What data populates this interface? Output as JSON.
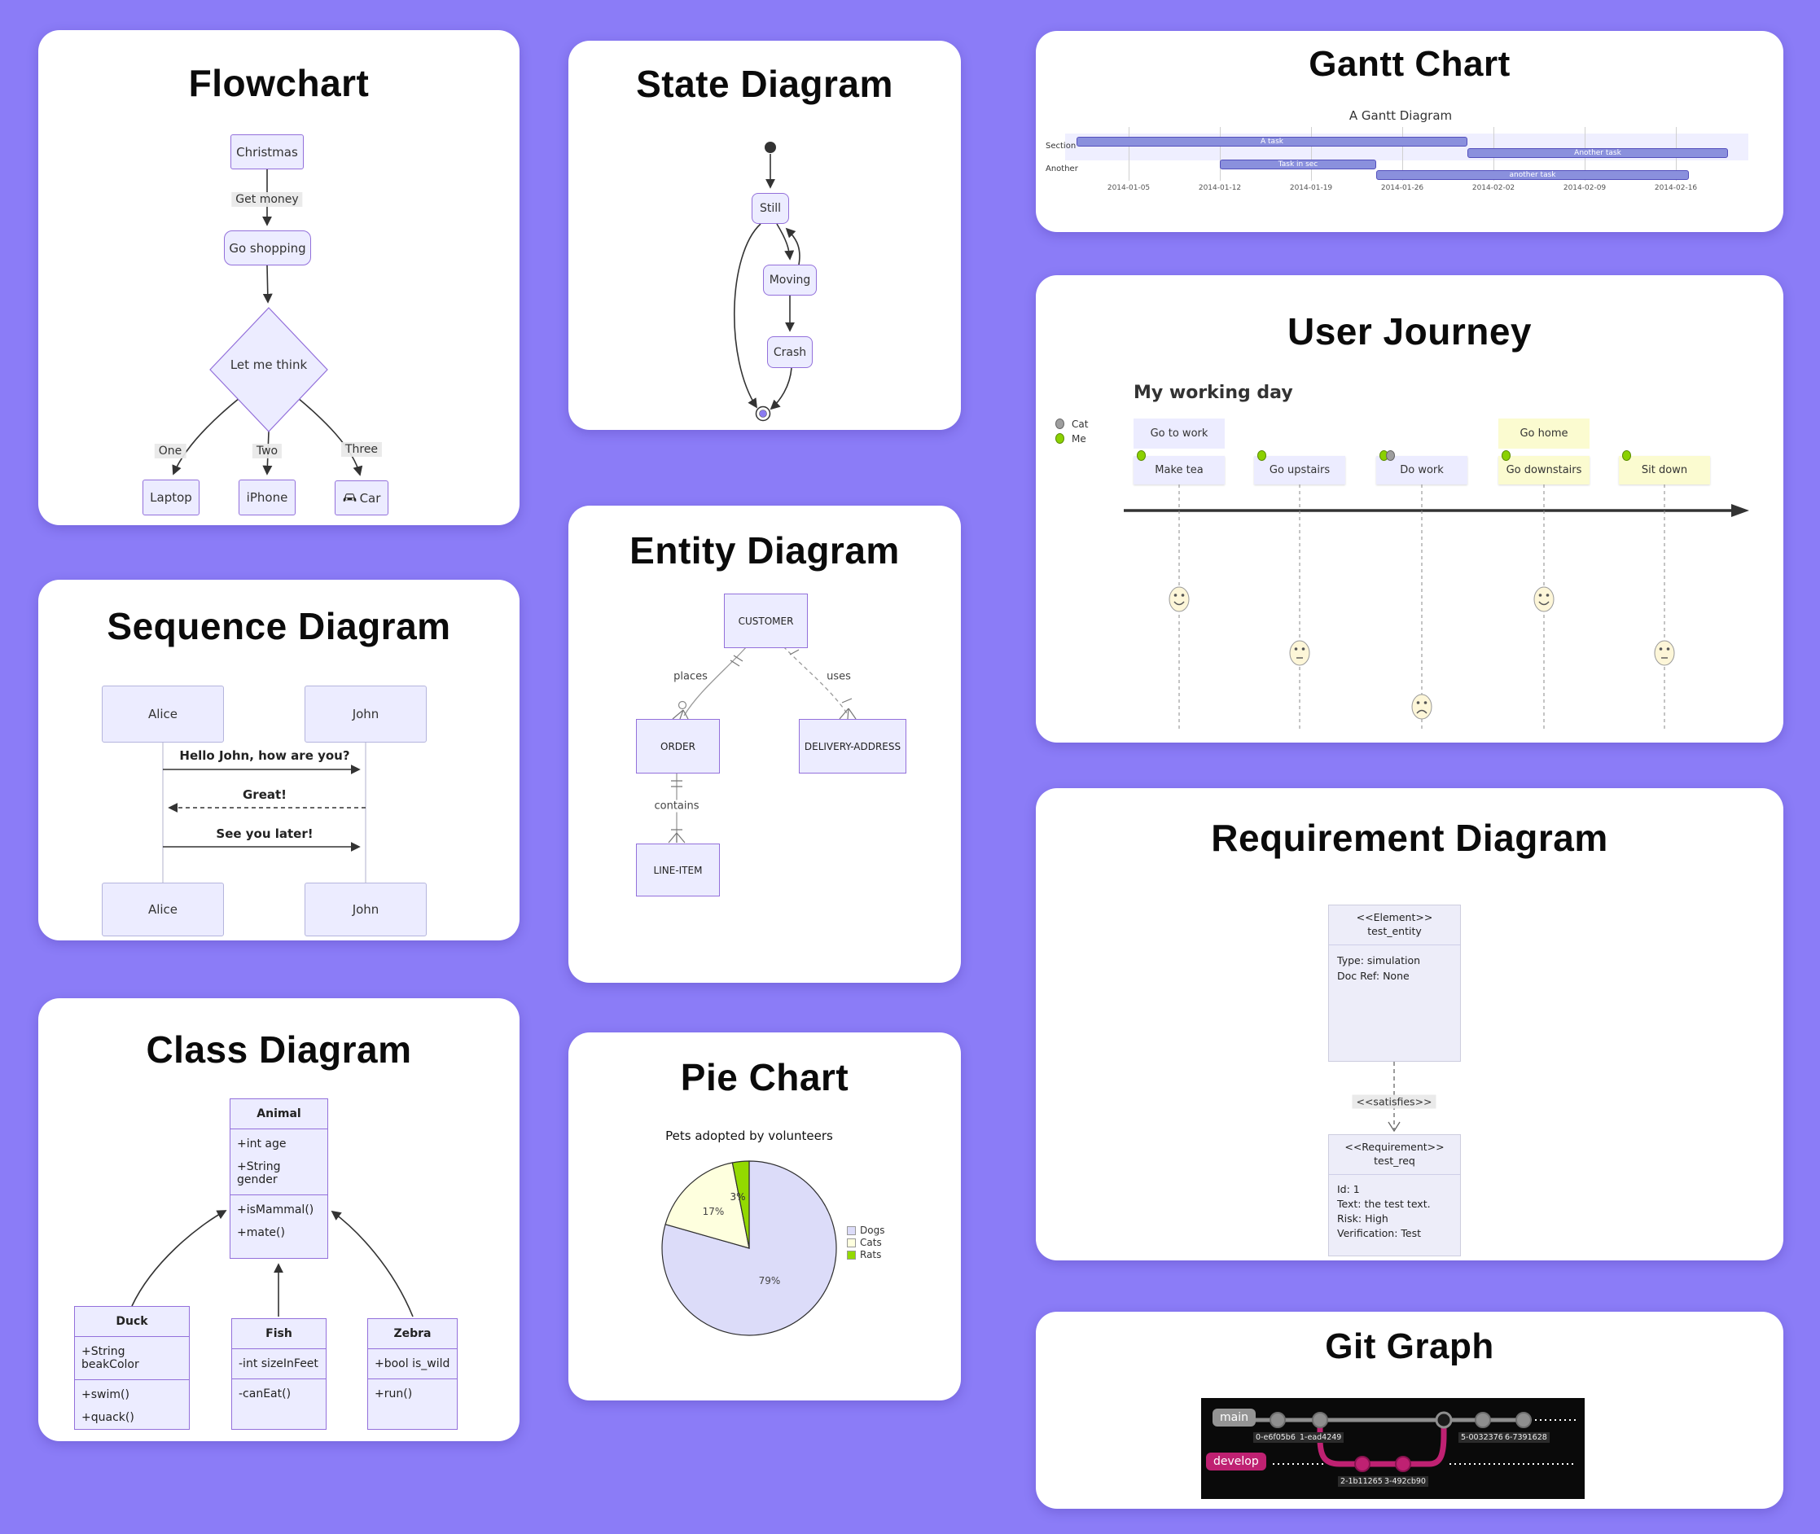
{
  "page": {
    "background": "#8b7cf7",
    "card_background": "#ffffff"
  },
  "flowchart": {
    "title": "Flowchart",
    "nodes": {
      "start": "Christmas",
      "shopping": "Go shopping",
      "decision": "Let me think",
      "laptop": "Laptop",
      "iphone": "iPhone",
      "car": "Car"
    },
    "edge_labels": {
      "get_money": "Get money",
      "one": "One",
      "two": "Two",
      "three": "Three"
    },
    "icons": {
      "car": "car-icon"
    }
  },
  "sequence": {
    "title": "Sequence Diagram",
    "actors": {
      "alice": "Alice",
      "john": "John"
    },
    "messages": {
      "m1": "Hello John, how are you?",
      "m2": "Great!",
      "m3": "See you later!"
    }
  },
  "class_diagram": {
    "title": "Class Diagram",
    "animal": {
      "name": "Animal",
      "attrs": [
        "+int age",
        "+String gender"
      ],
      "methods": [
        "+isMammal()",
        "+mate()"
      ]
    },
    "duck": {
      "name": "Duck",
      "attrs": [
        "+String beakColor"
      ],
      "methods": [
        "+swim()",
        "+quack()"
      ]
    },
    "fish": {
      "name": "Fish",
      "attrs": [
        "-int sizeInFeet"
      ],
      "methods": [
        "-canEat()"
      ]
    },
    "zebra": {
      "name": "Zebra",
      "attrs": [
        "+bool is_wild"
      ],
      "methods": [
        "+run()"
      ]
    }
  },
  "state": {
    "title": "State Diagram",
    "states": {
      "still": "Still",
      "moving": "Moving",
      "crash": "Crash"
    }
  },
  "entity": {
    "title": "Entity Diagram",
    "entities": {
      "customer": "CUSTOMER",
      "order": "ORDER",
      "delivery": "DELIVERY-ADDRESS",
      "line_item": "LINE-ITEM"
    },
    "relations": {
      "places": "places",
      "uses": "uses",
      "contains": "contains"
    }
  },
  "pie": {
    "title": "Pie Chart",
    "chart_title": "Pets adopted by volunteers",
    "slices": [
      {
        "label": "Dogs",
        "pct": "79%",
        "color": "#dcdcf9"
      },
      {
        "label": "Cats",
        "pct": "17%",
        "color": "#feffde"
      },
      {
        "label": "Rats",
        "pct": "3%",
        "color": "#93d900"
      }
    ]
  },
  "gantt": {
    "title": "Gantt Chart",
    "chart_title": "A Gantt Diagram",
    "sections": [
      "Section",
      "Another"
    ],
    "tasks": [
      {
        "label": "A task"
      },
      {
        "label": "Another task"
      },
      {
        "label": "Task in sec"
      },
      {
        "label": "another task"
      }
    ],
    "axis": [
      "2014-01-05",
      "2014-01-12",
      "2014-01-19",
      "2014-01-26",
      "2014-02-02",
      "2014-02-09",
      "2014-02-16"
    ]
  },
  "journey": {
    "title": "User Journey",
    "chart_title": "My working day",
    "legend": [
      {
        "label": "Cat",
        "color": "#9e9e9e"
      },
      {
        "label": "Me",
        "color": "#8bd100"
      }
    ],
    "sections": [
      {
        "label": "Go to work"
      },
      {
        "label": "Go home"
      }
    ],
    "tasks": [
      {
        "label": "Make tea",
        "score": 5,
        "actors": [
          "Me"
        ]
      },
      {
        "label": "Go upstairs",
        "score": 3,
        "actors": [
          "Me"
        ]
      },
      {
        "label": "Do work",
        "score": 1,
        "actors": [
          "Me",
          "Cat"
        ]
      },
      {
        "label": "Go downstairs",
        "score": 5,
        "actors": [
          "Me"
        ]
      },
      {
        "label": "Sit down",
        "score": 3,
        "actors": [
          "Me"
        ]
      }
    ]
  },
  "requirement": {
    "title": "Requirement Diagram",
    "element": {
      "stereotype": "<<Element>>",
      "name": "test_entity",
      "lines": [
        "Type: simulation",
        "Doc Ref: None"
      ]
    },
    "relation": "<<satisfies>>",
    "req": {
      "stereotype": "<<Requirement>>",
      "name": "test_req",
      "lines": [
        "Id: 1",
        "Text: the test text.",
        "Risk: High",
        "Verification: Test"
      ]
    }
  },
  "git": {
    "title": "Git Graph",
    "branches": {
      "main": "main",
      "develop": "develop"
    },
    "branch_colors": {
      "main": "#8e8e8e",
      "develop": "#bf2172"
    },
    "commits": {
      "c0": "0-e6f05b6",
      "c1": "1-ead4249",
      "c2": "2-1b11265",
      "c3": "3-492cb90",
      "c5": "5-0032376",
      "c6": "6-7391628"
    }
  },
  "chart_data": [
    {
      "type": "pie",
      "title": "Pets adopted by volunteers",
      "categories": [
        "Dogs",
        "Cats",
        "Rats"
      ],
      "values": [
        79,
        17,
        3
      ],
      "colors": [
        "#dcdcf9",
        "#feffde",
        "#93d900"
      ],
      "legend_position": "right"
    },
    {
      "type": "bar",
      "subtype": "gantt",
      "title": "A Gantt Diagram",
      "sections": [
        "Section",
        "Another"
      ],
      "tasks": [
        {
          "name": "A task",
          "section": "Section",
          "start": "2014-01-01",
          "end": "2014-01-31"
        },
        {
          "name": "Another task",
          "section": "Section",
          "start": "2014-01-31",
          "end": "2014-02-20"
        },
        {
          "name": "Task in sec",
          "section": "Another",
          "start": "2014-01-12",
          "end": "2014-01-24"
        },
        {
          "name": "another task",
          "section": "Another",
          "start": "2014-01-24",
          "end": "2014-02-17"
        }
      ],
      "x_ticks": [
        "2014-01-05",
        "2014-01-12",
        "2014-01-19",
        "2014-01-26",
        "2014-02-02",
        "2014-02-09",
        "2014-02-16"
      ]
    },
    {
      "type": "line",
      "subtype": "journey-scores",
      "title": "My working day",
      "categories": [
        "Make tea",
        "Go upstairs",
        "Do work",
        "Go downstairs",
        "Sit down"
      ],
      "values": [
        5,
        3,
        1,
        5,
        3
      ],
      "ylim": [
        1,
        5
      ]
    }
  ]
}
